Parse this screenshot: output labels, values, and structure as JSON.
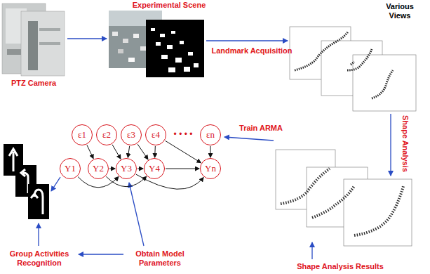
{
  "diagram": {
    "nodes": [
      {
        "text": [
          "ε1"
        ]
      },
      {
        "text": [
          "ε2"
        ]
      },
      {
        "text": [
          "ε3"
        ]
      },
      {
        "text": [
          "ε4"
        ]
      },
      {
        "text": [
          "εn"
        ]
      },
      {
        "text": [
          "Y1"
        ]
      },
      {
        "text": [
          "Y2"
        ]
      },
      {
        "text": [
          "Y3"
        ]
      },
      {
        "text": [
          "Y4"
        ]
      },
      {
        "text": [
          "Yn"
        ]
      }
    ],
    "edges": [
      {
        "from": 0,
        "to": 6,
        "arrow": "to"
      },
      {
        "from": 1,
        "to": 7,
        "arrow": "to"
      },
      {
        "from": 2,
        "to": 7,
        "arrow": "to"
      },
      {
        "from": 2,
        "to": 8,
        "arrow": "to"
      },
      {
        "from": 3,
        "to": 8,
        "arrow": "to"
      },
      {
        "from": 3,
        "to": 9,
        "arrow": "to"
      },
      {
        "from": 4,
        "to": 9,
        "arrow": "to"
      },
      {
        "from": 5,
        "to": 7,
        "arrow": "to"
      },
      {
        "from": 6,
        "to": 7,
        "arrow": "to"
      },
      {
        "from": 7,
        "to": 8,
        "arrow": "to"
      },
      {
        "from": 6,
        "to": 8,
        "arrow": "to"
      },
      {
        "from": 8,
        "to": 9,
        "arrow": "to"
      },
      {
        "from": 7,
        "to": 9,
        "arrow": "to"
      }
    ],
    "labels": [
      "PTZ Camera",
      "Experimental Scene",
      "Various Views",
      "Landmark Acquisition",
      "Shape Analysis",
      "Shape Analysis Results",
      "Train ARMA",
      "Obtain Model Parameters",
      "Group Activities Recognition",
      "• • • •"
    ]
  }
}
